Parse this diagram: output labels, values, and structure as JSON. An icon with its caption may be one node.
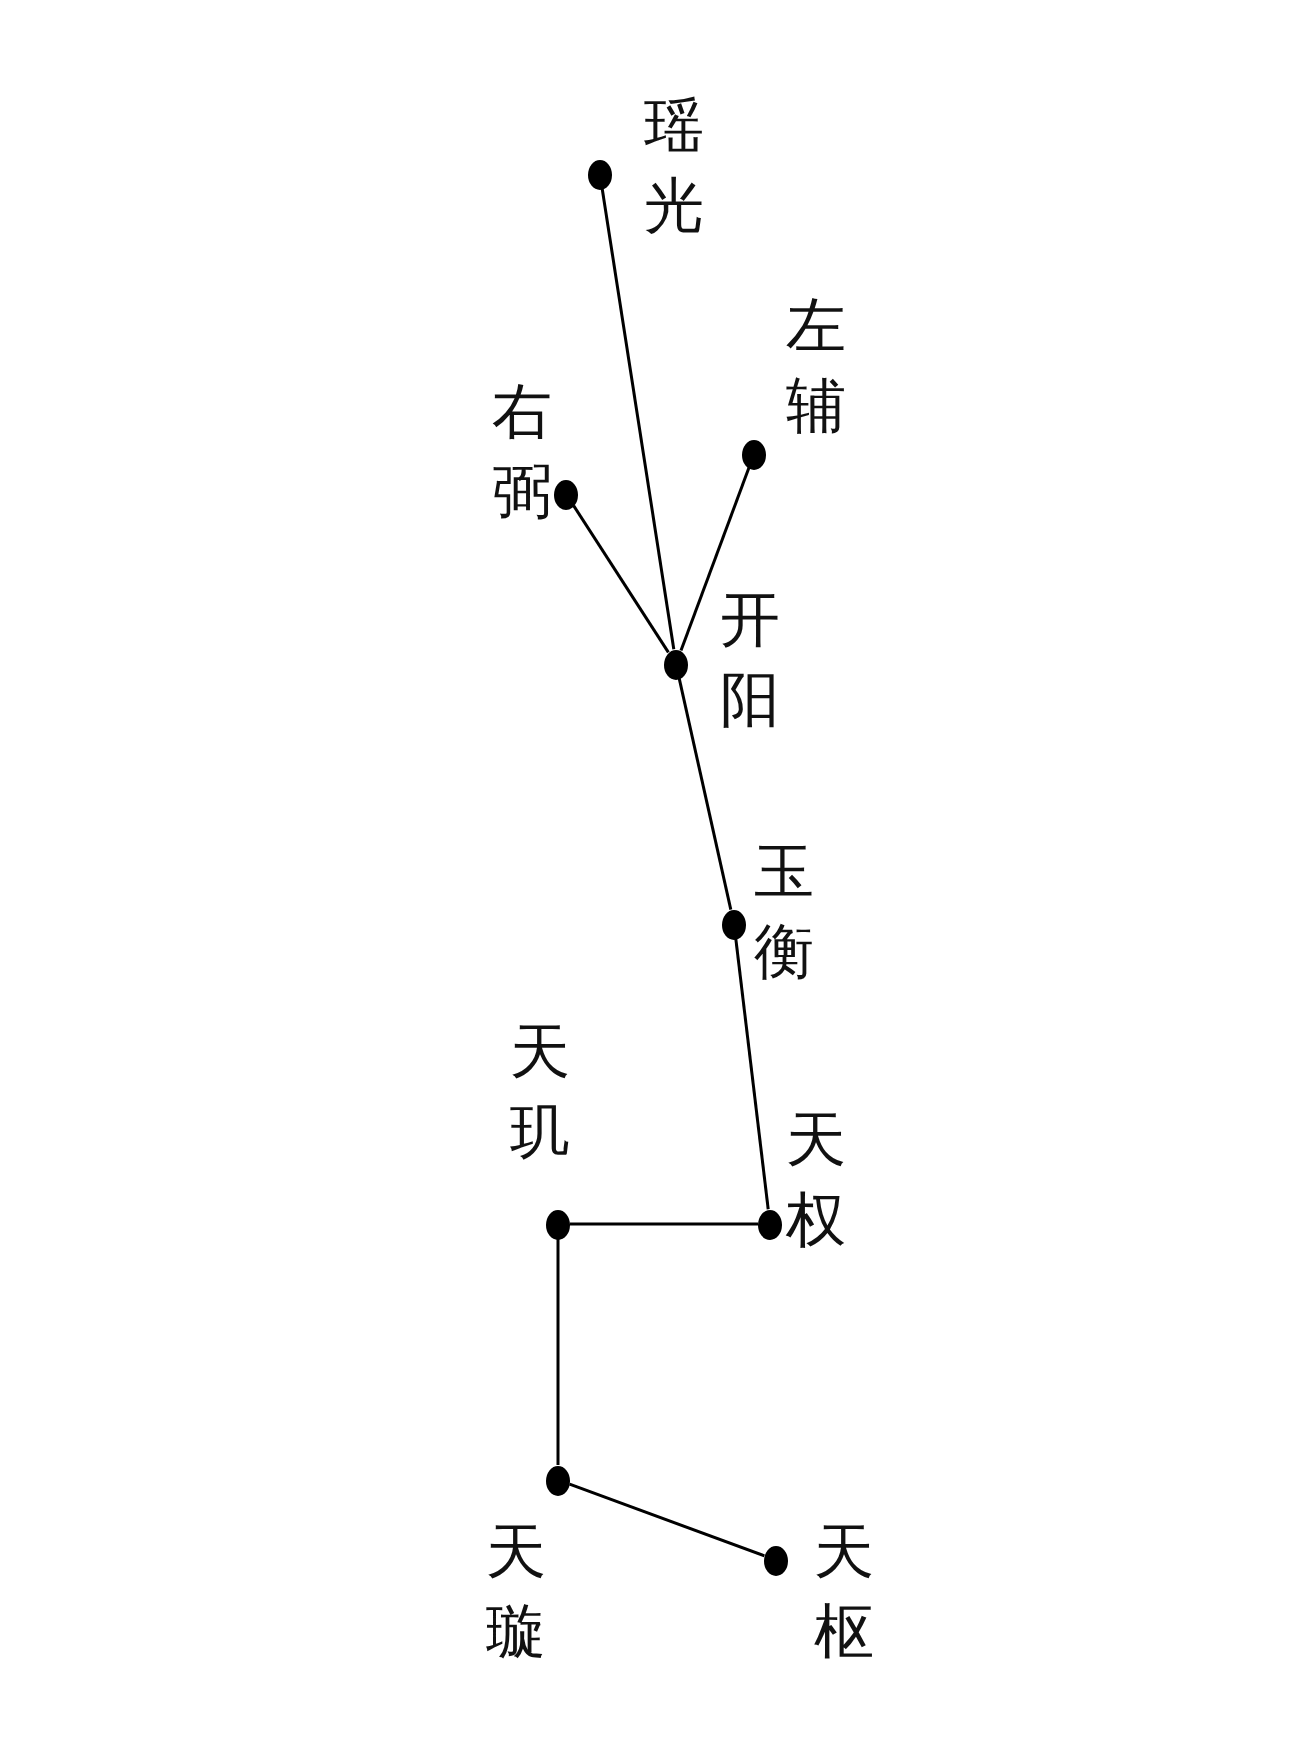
{
  "diagram": {
    "nodes": [
      {
        "text": [],
        "shape": "circle",
        "beside": [
          "瑶光"
        ]
      },
      {
        "text": [],
        "shape": "circle",
        "beside": [
          "左辅"
        ]
      },
      {
        "text": [],
        "shape": "circle",
        "beside": [
          "右弼"
        ]
      },
      {
        "text": [],
        "shape": "circle",
        "beside": [
          "开阳"
        ]
      },
      {
        "text": [],
        "shape": "circle",
        "beside": [
          "玉衡"
        ]
      },
      {
        "text": [],
        "shape": "circle",
        "beside": [
          "天玑"
        ]
      },
      {
        "text": [],
        "shape": "circle",
        "beside": [
          "天权"
        ]
      },
      {
        "text": [],
        "shape": "circle",
        "beside": [
          "天璇"
        ]
      },
      {
        "text": [],
        "shape": "circle",
        "beside": [
          "天枢"
        ]
      }
    ],
    "edges": [
      {
        "from": 0,
        "to": 3,
        "arrow": "none"
      },
      {
        "from": 2,
        "to": 3,
        "arrow": "none"
      },
      {
        "from": 1,
        "to": 3,
        "arrow": "none"
      },
      {
        "from": 3,
        "to": 4,
        "arrow": "none"
      },
      {
        "from": 4,
        "to": 6,
        "arrow": "none"
      },
      {
        "from": 6,
        "to": 5,
        "arrow": "none"
      },
      {
        "from": 5,
        "to": 7,
        "arrow": "none"
      },
      {
        "from": 7,
        "to": 8,
        "arrow": "none"
      }
    ]
  }
}
